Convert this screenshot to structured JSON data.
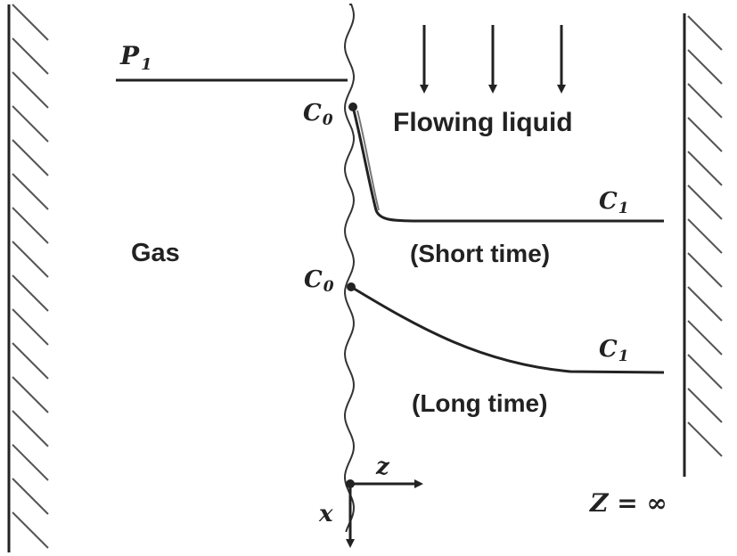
{
  "labels": {
    "p": "P",
    "p_sub": "1",
    "c": "C",
    "c0_sub": "0",
    "c1_sub": "1",
    "flowing_liquid": "Flowing liquid",
    "gas": "Gas",
    "short_time": "(Short time)",
    "long_time": "(Long time)",
    "z_axis": "z",
    "x_axis": "x",
    "z_infinity": "Z = ∞"
  },
  "colors": {
    "ink": "#222222",
    "hatch": "#444444",
    "background": "#ffffff"
  }
}
